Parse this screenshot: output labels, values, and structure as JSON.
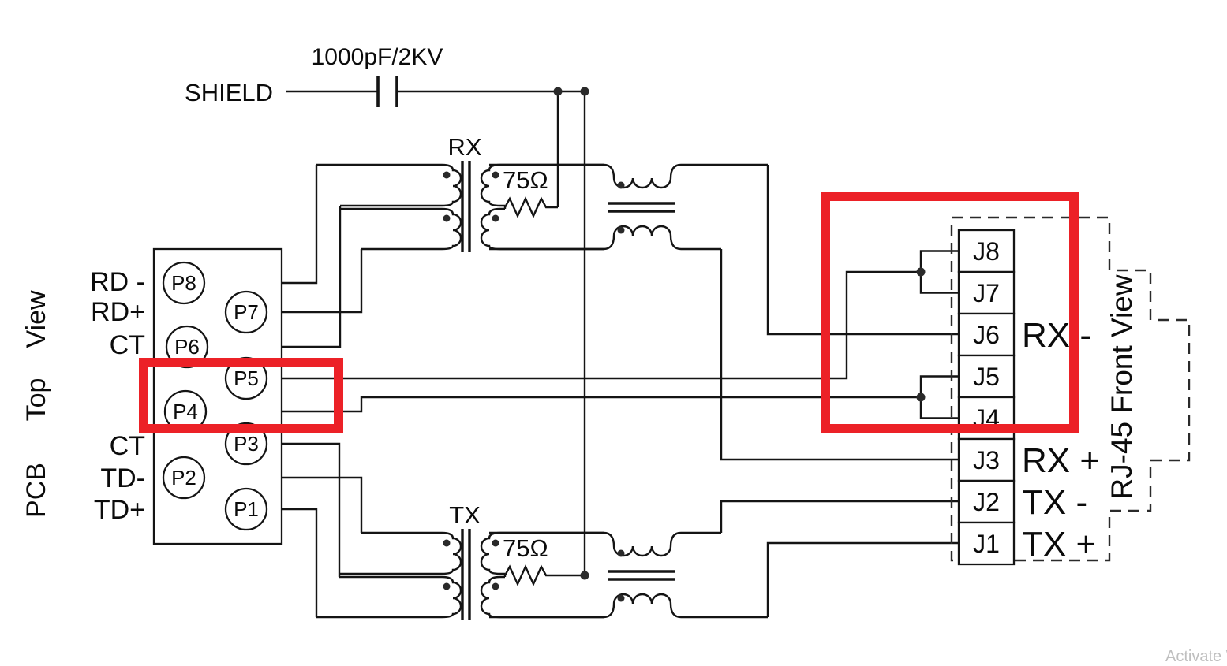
{
  "shield": {
    "label": "SHIELD",
    "capacitor_value": "1000pF/2KV"
  },
  "rx": {
    "label": "RX",
    "resistor_value": "75Ω"
  },
  "tx": {
    "label": "TX",
    "resistor_value": "75Ω"
  },
  "pcb": {
    "view_words": [
      "PCB",
      "Top",
      "View"
    ],
    "signals": [
      "RD -",
      "RD+",
      "CT",
      "CT",
      "TD-",
      "TD+"
    ],
    "pins": [
      "P8",
      "P7",
      "P6",
      "P5",
      "P4",
      "P3",
      "P2",
      "P1"
    ]
  },
  "rj45": {
    "view_label": "RJ-45 Front View",
    "pins": [
      "J8",
      "J7",
      "J6",
      "J5",
      "J4",
      "J3",
      "J2",
      "J1"
    ],
    "signals": [
      "RX -",
      "RX +",
      "TX -",
      "TX +"
    ]
  },
  "watermark": "Activate W",
  "highlight_color": "#ec2127"
}
